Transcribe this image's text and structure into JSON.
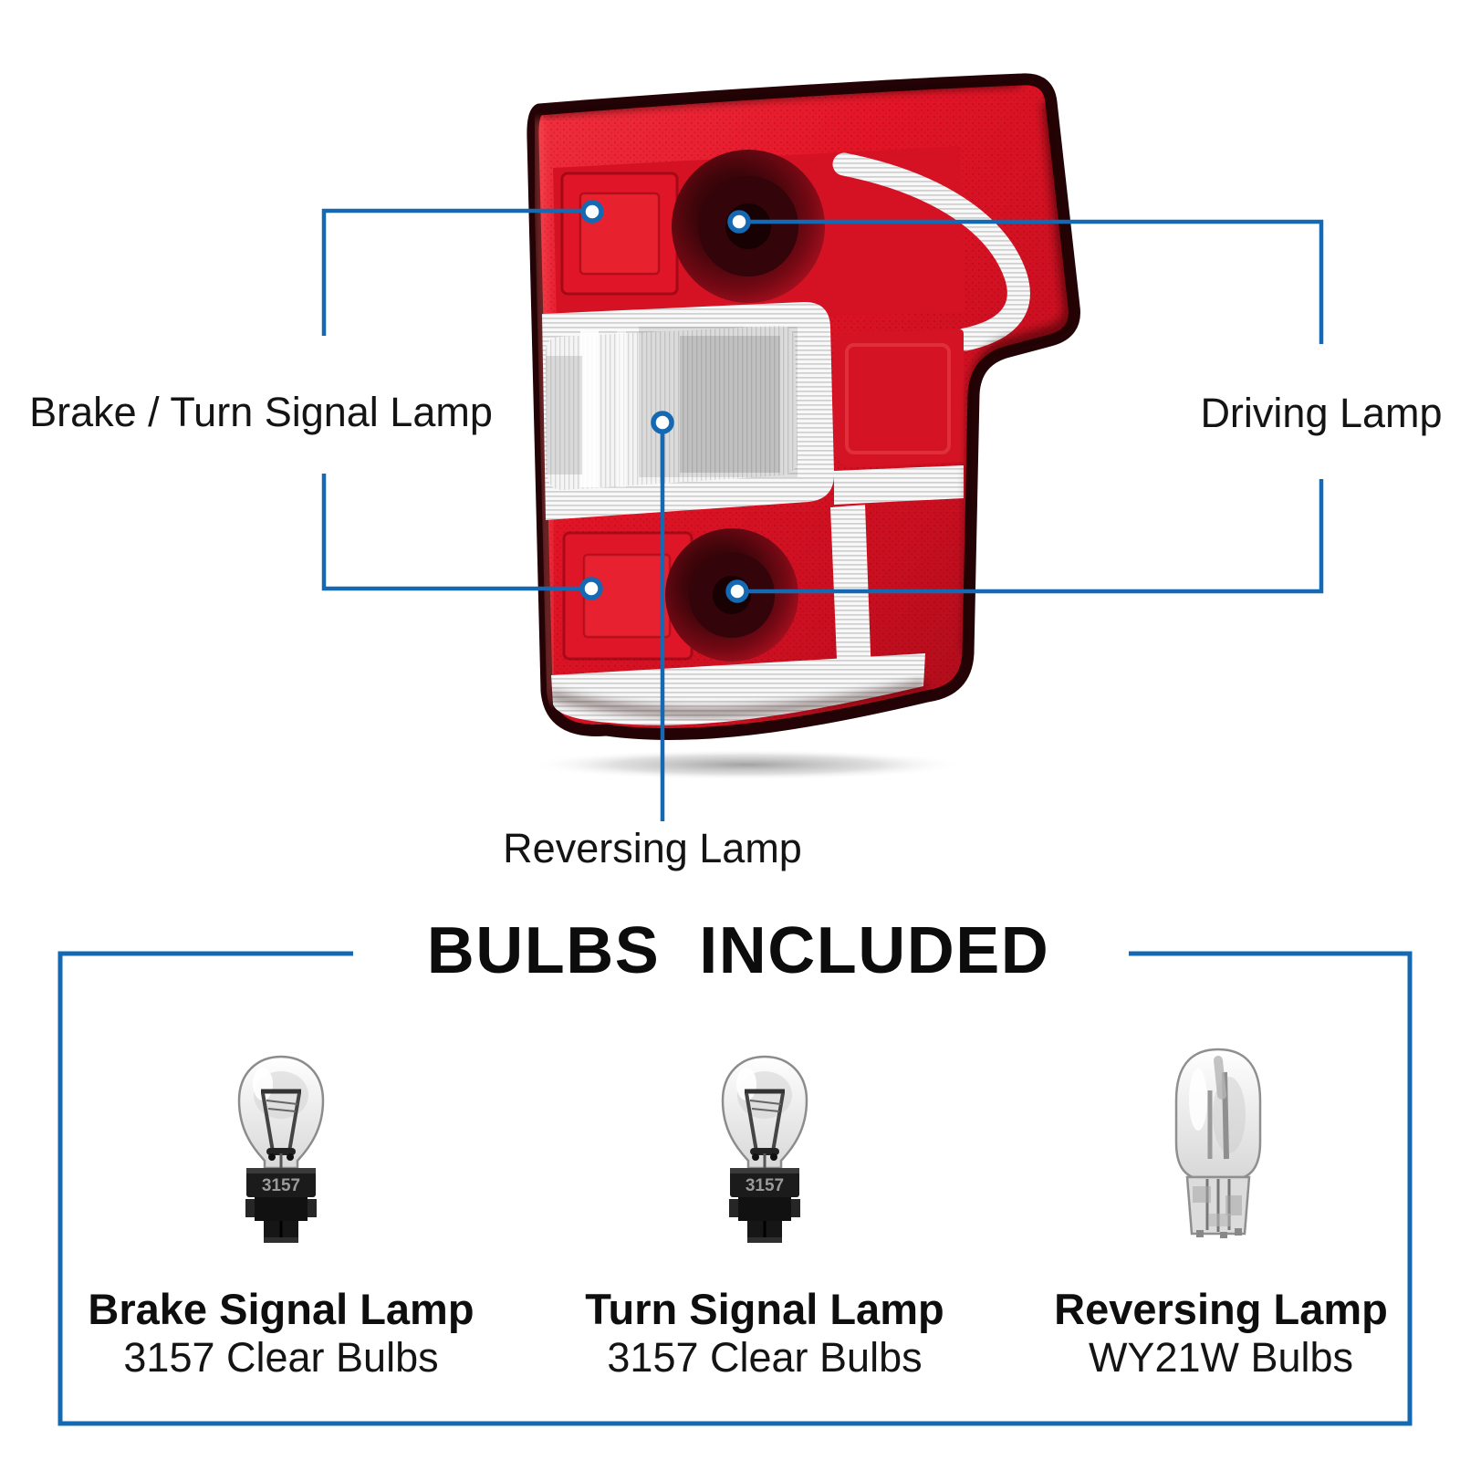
{
  "colors": {
    "accent_blue": "#1568b2",
    "lamp_red": "#e31527",
    "lamp_dark_red": "#8f0d1a",
    "text_black": "#141414"
  },
  "callouts": {
    "brake_turn_label": "Brake / Turn Signal Lamp",
    "driving_label": "Driving Lamp",
    "reversing_label": "Reversing Lamp"
  },
  "bulbs_section": {
    "heading": "BULBS  INCLUDED",
    "items": [
      {
        "name": "Brake Signal Lamp",
        "spec": "3157 Clear Bulbs",
        "base_marking": "3157"
      },
      {
        "name": "Turn Signal Lamp",
        "spec": "3157 Clear Bulbs",
        "base_marking": "3157"
      },
      {
        "name": "Reversing Lamp",
        "spec": "WY21W Bulbs",
        "base_marking": ""
      }
    ]
  }
}
